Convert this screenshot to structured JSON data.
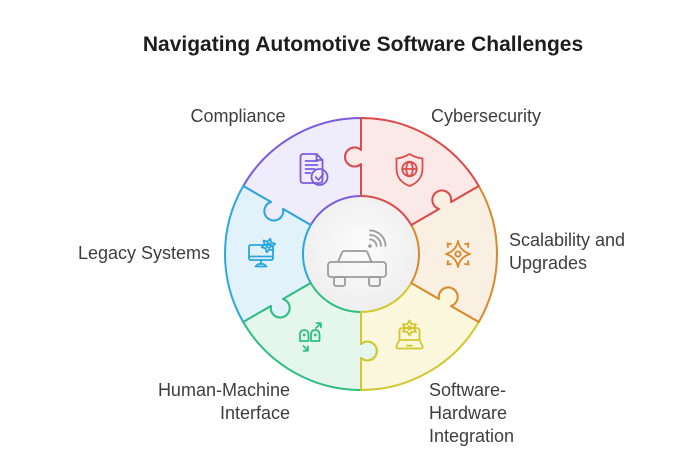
{
  "title": "Navigating Automotive Software Challenges",
  "diagram": {
    "type": "circular-puzzle-wheel",
    "center": {
      "icon": "connected-car-icon",
      "fill": "#f3f3f3",
      "icon_color": "#9b9b9b"
    },
    "segments": [
      {
        "id": "cybersecurity",
        "label": "Cybersecurity",
        "label_lines": [
          "Cybersecurity"
        ],
        "stroke": "#dc4b4b",
        "fill": "#fbe9e8",
        "icon": "shield-globe-icon",
        "start_angle": 0,
        "end_angle": 60,
        "z": 5
      },
      {
        "id": "scalability-upgrades",
        "label": "Scalability and Upgrades",
        "label_lines": [
          "Scalability and",
          "Upgrades"
        ],
        "stroke": "#d7892b",
        "fill": "#faefe3",
        "icon": "compass-star-icon",
        "start_angle": 60,
        "end_angle": 120,
        "z": 4
      },
      {
        "id": "software-hardware-integration",
        "label": "Software-Hardware Integration",
        "label_lines": [
          "Software-",
          "Hardware",
          "Integration"
        ],
        "stroke": "#d2c72e",
        "fill": "#fbf7dc",
        "icon": "laptop-gear-icon",
        "start_angle": 120,
        "end_angle": 180,
        "z": 3
      },
      {
        "id": "human-machine-interface",
        "label": "Human-Machine Interface",
        "label_lines": [
          "Human-Machine",
          "Interface"
        ],
        "stroke": "#2ebe82",
        "fill": "#e5f7ed",
        "icon": "gesture-control-icon",
        "start_angle": 180,
        "end_angle": 240,
        "z": 2
      },
      {
        "id": "legacy-systems",
        "label": "Legacy Systems",
        "label_lines": [
          "Legacy Systems"
        ],
        "stroke": "#2ba7de",
        "fill": "#e1f2fb",
        "icon": "monitor-gear-icon",
        "start_angle": 240,
        "end_angle": 300,
        "z": 1
      },
      {
        "id": "compliance",
        "label": "Compliance",
        "label_lines": [
          "Compliance"
        ],
        "stroke": "#7a5be0",
        "fill": "#efecfb",
        "icon": "document-check-icon",
        "start_angle": 300,
        "end_angle": 360,
        "z": 0
      }
    ]
  }
}
